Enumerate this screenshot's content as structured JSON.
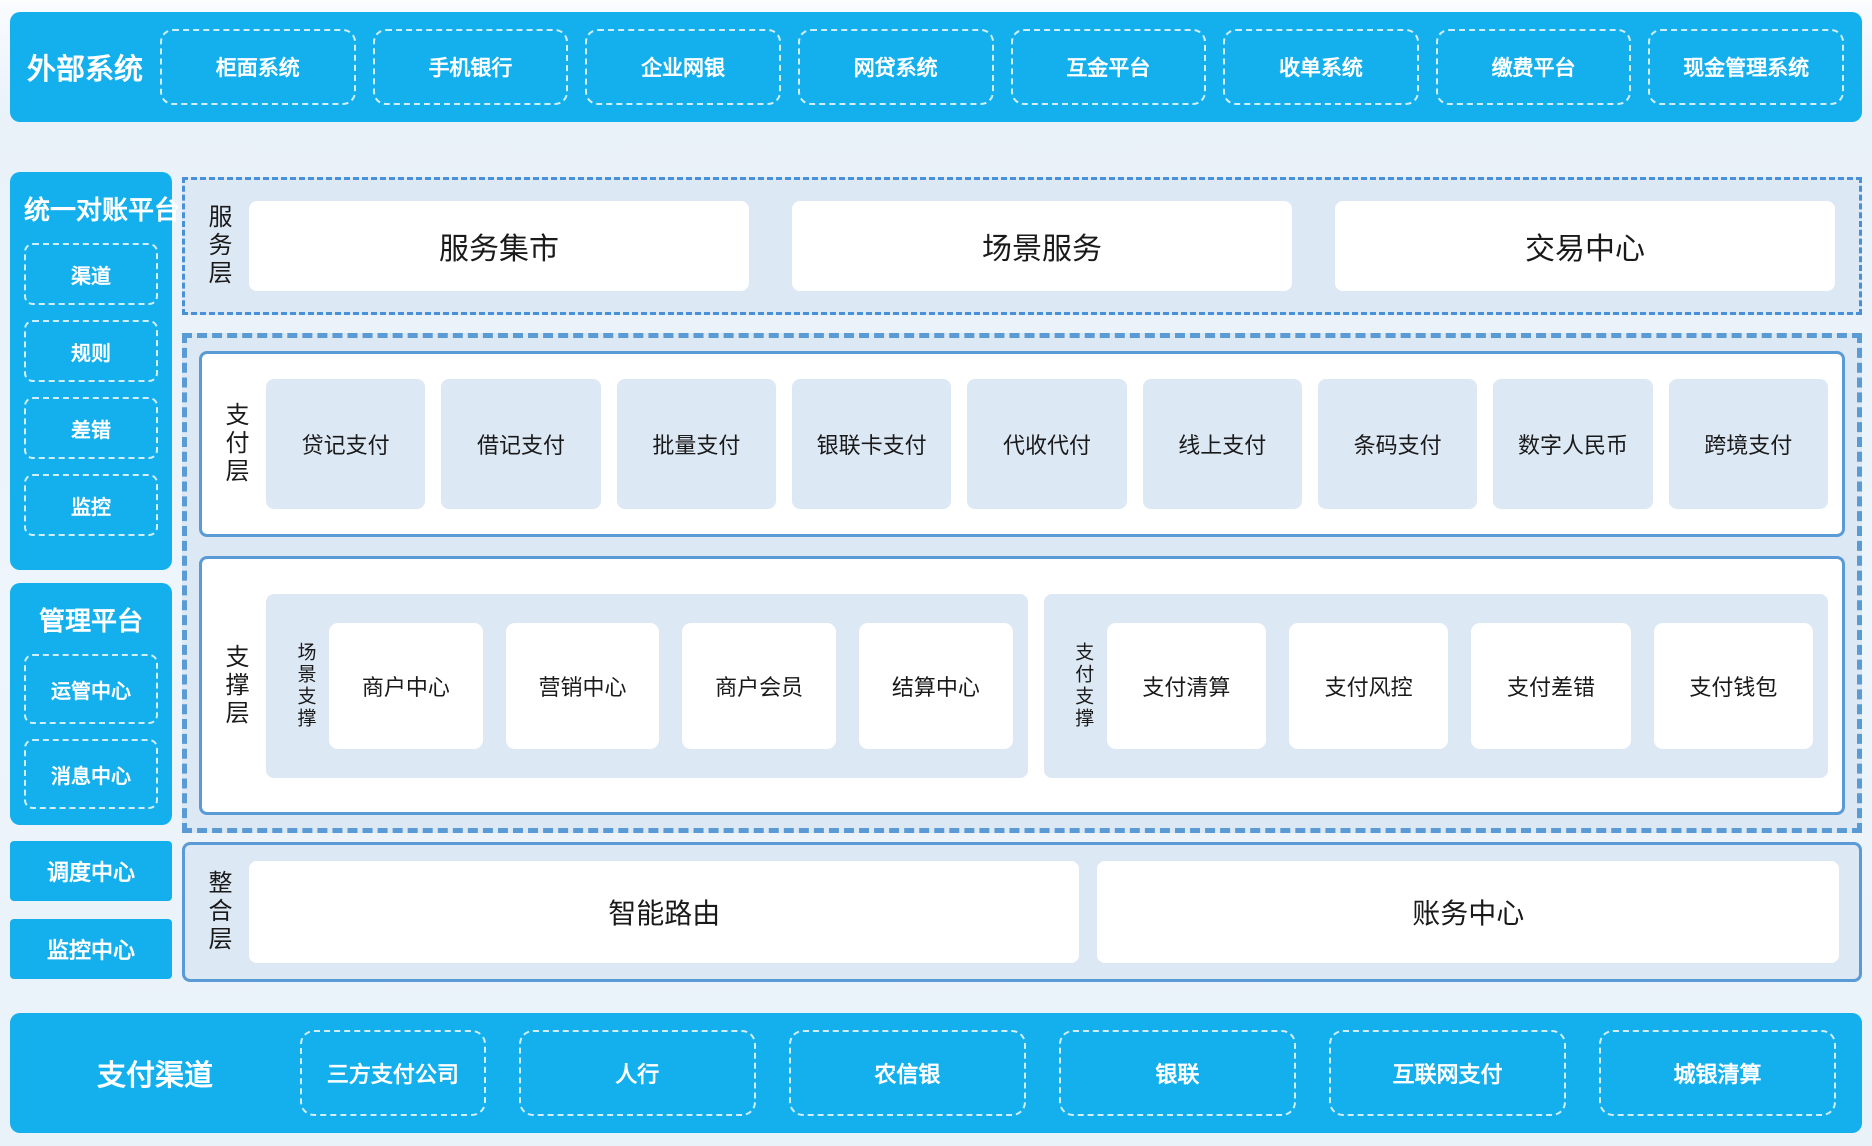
{
  "colors": {
    "accent_blue": "#14b0ee",
    "section_bg": "#dde8f5",
    "solid_border": "#5b9bd5",
    "dashdot_border": "#4a90d9",
    "text_dark": "#1a1a1a",
    "text_light": "#ffffff"
  },
  "top_bar": {
    "title": "外部系统",
    "items": [
      "柜面系统",
      "手机银行",
      "企业网银",
      "网贷系统",
      "互金平台",
      "收单系统",
      "缴费平台",
      "现金管理系统"
    ]
  },
  "left_column": {
    "recon_platform": {
      "title": "统一对账平台",
      "items": [
        "渠道",
        "规则",
        "差错",
        "监控"
      ]
    },
    "mgmt_platform": {
      "title": "管理平台",
      "items": [
        "运管中心",
        "消息中心"
      ]
    },
    "dispatch_center": "调度中心",
    "monitor_center": "监控中心"
  },
  "main": {
    "service_layer": {
      "label": "服务层",
      "items": [
        "服务集市",
        "场景服务",
        "交易中心"
      ]
    },
    "payment_layer": {
      "label": "支付层",
      "items": [
        "贷记支付",
        "借记支付",
        "批量支付",
        "银联卡支付",
        "代收代付",
        "线上支付",
        "条码支付",
        "数字人民币",
        "跨境支付"
      ]
    },
    "support_layer": {
      "label": "支撑层",
      "groups": [
        {
          "label": "场景支撑",
          "items": [
            "商户中心",
            "营销中心",
            "商户会员",
            "结算中心"
          ]
        },
        {
          "label": "支付支撑",
          "items": [
            "支付清算",
            "支付风控",
            "支付差错",
            "支付钱包"
          ]
        }
      ]
    },
    "integration_layer": {
      "label": "整合层",
      "items": [
        "智能路由",
        "账务中心"
      ]
    }
  },
  "bottom_bar": {
    "title": "支付渠道",
    "items": [
      "三方支付公司",
      "人行",
      "农信银",
      "银联",
      "互联网支付",
      "城银清算"
    ]
  }
}
